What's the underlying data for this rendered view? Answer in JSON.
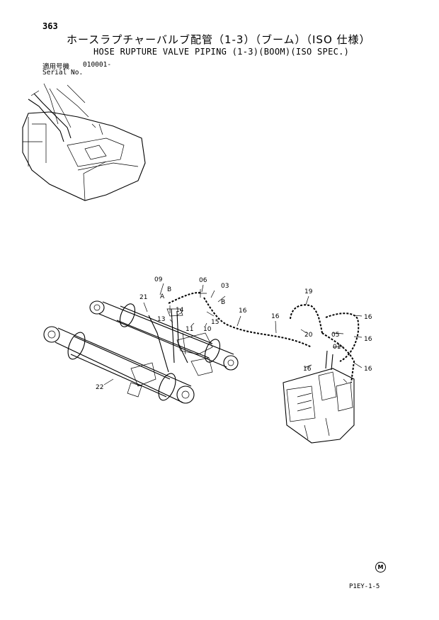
{
  "header": {
    "page_number": "363",
    "title_jp": "ホースラプチャーバルブ配管（1-3）（ブーム）（ISO 仕様）",
    "title_en": "HOSE RUPTURE VALVE PIPING (1-3)(BOOM)(ISO SPEC.)",
    "serial_label_jp": "適用号機",
    "serial_label_en": "Serial No.",
    "serial_value": "010001-"
  },
  "callouts": [
    "09",
    "06",
    "03",
    "B",
    "A",
    "B",
    "21",
    "14",
    "13",
    "11",
    "10",
    "15",
    "16",
    "16",
    "19",
    "20",
    "05",
    "01",
    "16",
    "16",
    "16",
    "16",
    "22"
  ],
  "footer": {
    "mark": "M",
    "drawing_code": "P1EY-1-5"
  }
}
